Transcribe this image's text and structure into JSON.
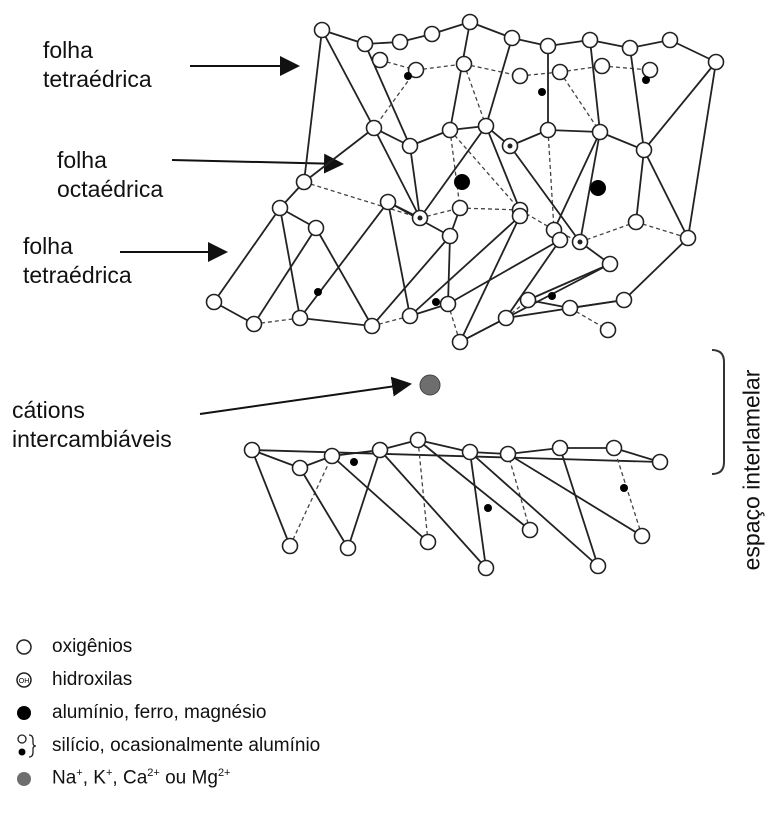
{
  "labels": {
    "tetra_top": [
      "folha",
      "tetraédrica"
    ],
    "octa": [
      "folha",
      "octaédrica"
    ],
    "tetra_bottom": [
      "folha",
      "tetraédrica"
    ],
    "cations": [
      "cátions",
      "intercambiáveis"
    ],
    "interlayer": "espaço interlamelar"
  },
  "legend": {
    "oxygen": "oxigênios",
    "hydroxyl": "hidroxilas",
    "hydroxyl_glyph": "OH",
    "metals": "alumínio, ferro, magnésio",
    "silicon": "silício, ocasionalmente alumínio",
    "cations_na": "Na",
    "cations_k": "K",
    "cations_ca": "Ca",
    "cations_mg": "Mg",
    "cations_sep_1": ", ",
    "cations_sep_2": ", ",
    "cations_sep_3": " ou ",
    "plus": "+",
    "two_plus": "2+"
  },
  "colors": {
    "line": "#222222",
    "dashed": "#444444",
    "atom_fill": "#ffffff",
    "cation": "#6e6e6e",
    "metal": "#000000"
  }
}
